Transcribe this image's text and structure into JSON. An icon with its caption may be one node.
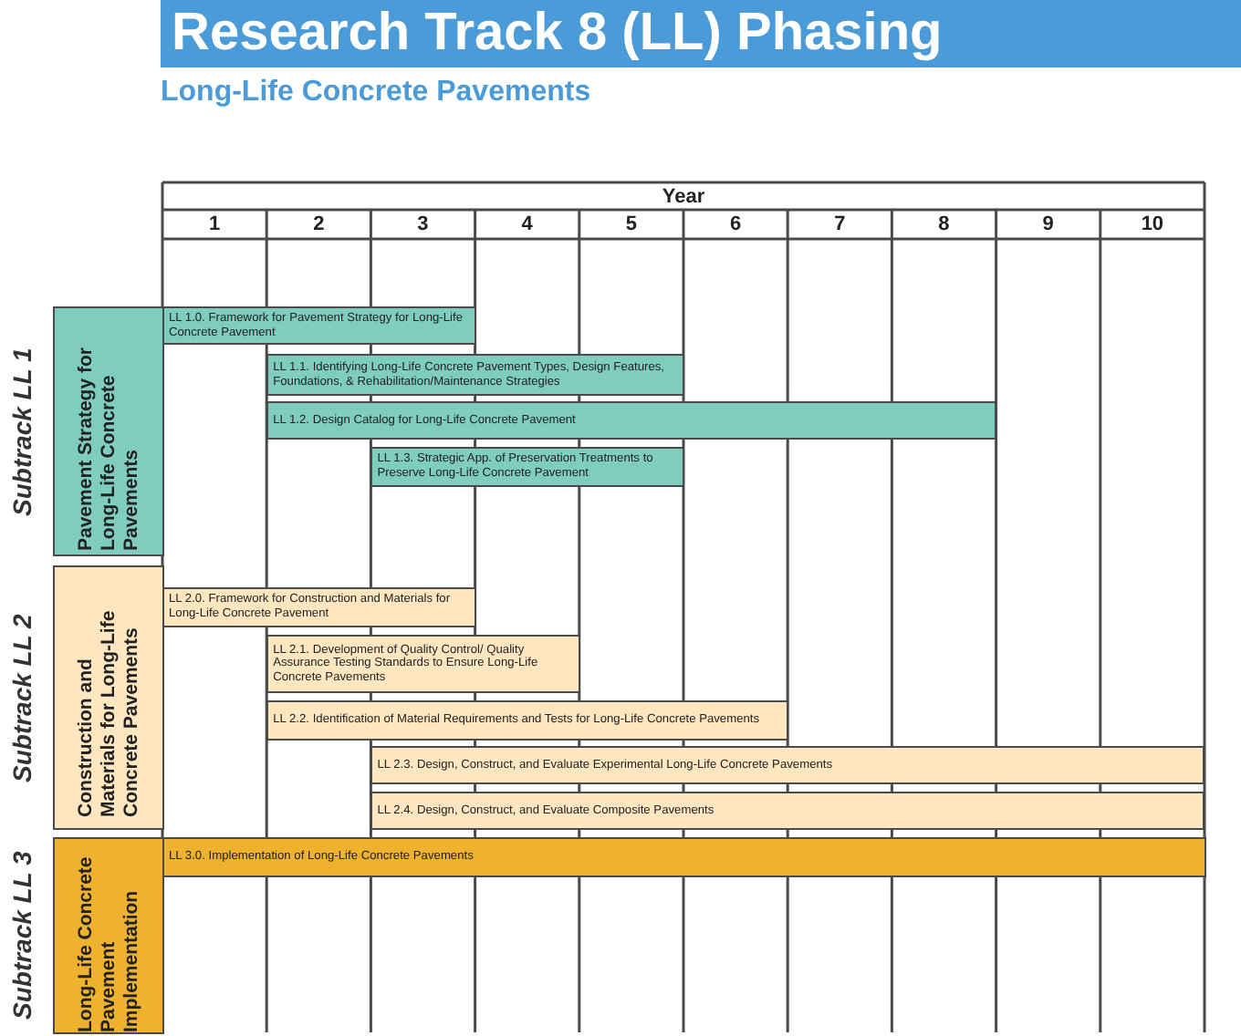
{
  "diagram": {
    "title": "Research Track 8 (LL) Phasing",
    "nodes": [
      {
        "text": [
          "Pavement Strategy for Long-Life Concrete Pavements"
        ],
        "beside": [
          "Subtrack LL 1"
        ]
      },
      {
        "text": [
          "LL 1.0. Framework for Pavement Strategy for Long-Life Concrete Pavement"
        ]
      },
      {
        "text": [
          "LL 1.1. Identifying Long-Life Concrete Pavement Types, Design Features, Foundations, & Rehabilitation/Maintenance Strategies"
        ]
      },
      {
        "text": [
          "LL 1.2. Design Catalog for Long-Life Concrete Pavement"
        ]
      },
      {
        "text": [
          "LL 1.3. Strategic App. of Preservation Treatments to Preserve Long-Life Concrete Pavement"
        ]
      },
      {
        "text": [
          "Construction and Materials for Long-Life Concrete Pavements"
        ],
        "beside": [
          "Subtrack LL 2"
        ]
      },
      {
        "text": [
          "LL 2.0. Framework for Construction and Materials for Long-Life Concrete Pavement"
        ]
      },
      {
        "text": [
          "LL 2.1. Development of Quality Control/ Quality Assurance Testing Standards to Ensure Long-Life Concrete Pavements"
        ]
      },
      {
        "text": [
          "LL 2.2. Identification of Material Requirements and Tests for Long-Life Concrete Pavements"
        ]
      },
      {
        "text": [
          "LL 2.3. Design, Construct, and Evaluate Experimental Long-Life Concrete Pavements"
        ]
      },
      {
        "text": [
          "LL 2.4. Design, Construct, and Evaluate Composite Pavements"
        ]
      },
      {
        "text": [
          "Long-Life Concrete Pavement Implementation"
        ],
        "beside": [
          "Subtrack LL 3"
        ]
      },
      {
        "text": [
          "LL 3.0. Implementation of Long-Life Concrete Pavements"
        ]
      }
    ],
    "labels": [
      "Long-Life Concrete Pavements",
      "Year",
      "1",
      "2",
      "3",
      "4",
      "5",
      "6",
      "7",
      "8",
      "9",
      "10"
    ]
  }
}
